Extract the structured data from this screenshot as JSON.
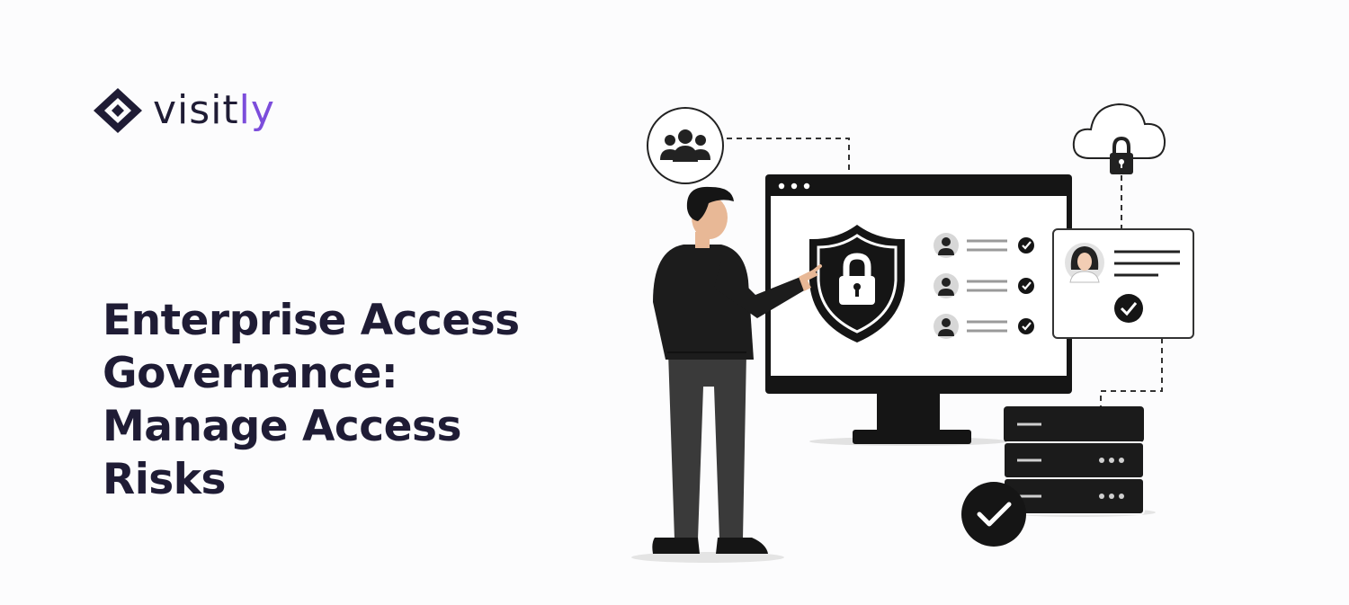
{
  "brand": {
    "name_main": "visit",
    "name_accent": "ly",
    "accent_color": "#7c4ddb",
    "text_color": "#1f1c35"
  },
  "headline": {
    "lines": [
      "Enterprise Access",
      "Governance:",
      "Manage Access",
      "Risks"
    ]
  },
  "illustration": {
    "icons": [
      "user-group-icon",
      "cloud-lock-icon",
      "shield-lock-icon",
      "user-avatar-icon",
      "check-icon",
      "server-stack-icon"
    ]
  }
}
